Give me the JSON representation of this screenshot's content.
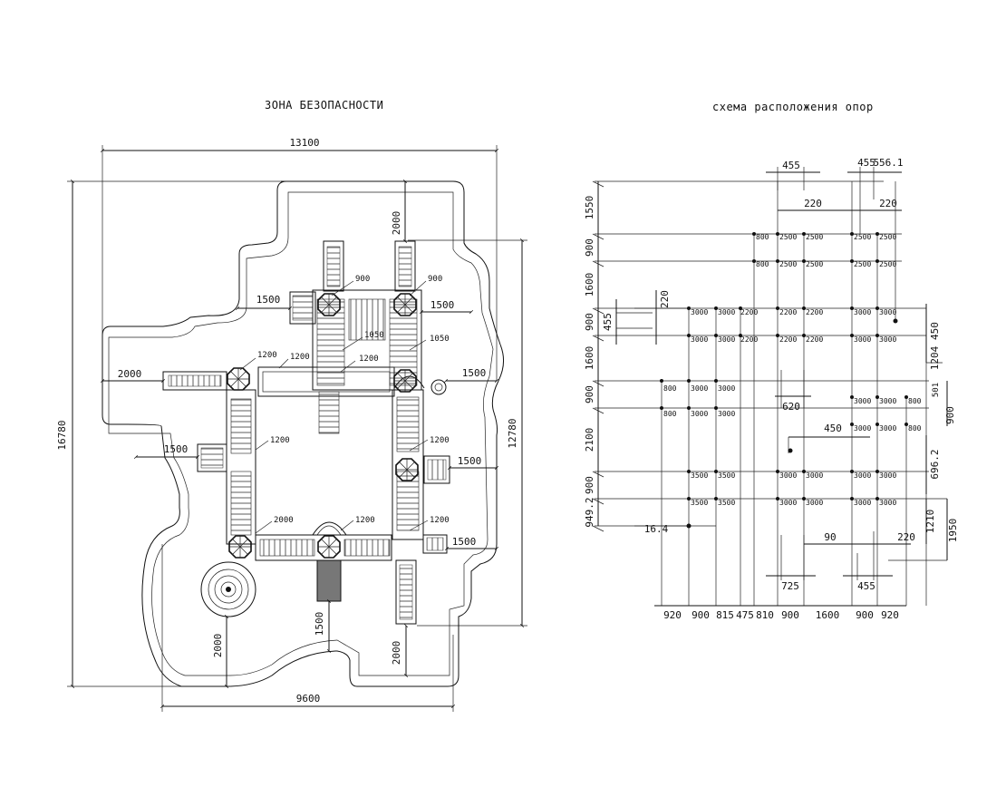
{
  "titles": {
    "safety_zone": "ЗОНА БЕЗОПАСНОСТИ",
    "supports_layout": "схема расположения опор"
  },
  "left_plan": {
    "overall_width": "13100",
    "overall_height": "16780",
    "inner_height": "12780",
    "base_width": "9600",
    "offsets": {
      "top": "2000",
      "left": "2000",
      "bottom_left": "2000",
      "bottom_right": "2000",
      "stair_bottom": "1500",
      "side_left_upper": "1500",
      "side_left_lower": "1500",
      "side_right_upper": "1500",
      "side_right_mid": "1500",
      "side_right_lower": "1500",
      "side_right_bottom": "1500"
    },
    "module_labels": {
      "tower_nw": "900",
      "tower_ne": "900",
      "bridge_mid_1": "1050",
      "bridge_mid_2": "1050",
      "left_1": "1200",
      "left_2": "1200",
      "left_3": "1200",
      "center_top": "1200",
      "right_1": "1200",
      "right_2": "1200",
      "bottom_mid": "1200",
      "bottom_left": "2000"
    }
  },
  "right_plan": {
    "top_dims": [
      "455",
      "455",
      "556.1",
      "220",
      "220"
    ],
    "left_dims": [
      "1550",
      "900",
      "1600",
      "900",
      "1600",
      "900",
      "2100",
      "900",
      "949.2"
    ],
    "left_small": [
      "220",
      "455",
      "16.4"
    ],
    "right_dims": [
      "450",
      "1204",
      "501",
      "900",
      "696.2",
      "1210",
      "1950"
    ],
    "inner_dims": [
      "620",
      "450",
      "725",
      "455",
      "90",
      "220"
    ],
    "bottom_dims": [
      "920",
      "900",
      "815",
      "475",
      "810",
      "900",
      "1600",
      "900",
      "920"
    ],
    "pillar_rows": [
      [
        "800",
        "2500",
        "2500",
        "2500",
        "2500"
      ],
      [
        "800",
        "2500",
        "2500",
        "2500",
        "2500"
      ],
      [
        "3000",
        "3000",
        "2200",
        "2200",
        "2200",
        "3000",
        "3000"
      ],
      [
        "3000",
        "3000",
        "2200",
        "2200",
        "2200",
        "3000",
        "3000"
      ],
      [
        "800",
        "3000",
        "3000",
        "3000",
        "3000",
        "800"
      ],
      [
        "800",
        "3000",
        "3000",
        "3000",
        "3000",
        "800"
      ],
      [
        "3500",
        "3500",
        "3000",
        "3000",
        "3000",
        "3000"
      ],
      [
        "3500",
        "3500",
        "3000",
        "3000",
        "3000",
        "3000"
      ]
    ]
  }
}
